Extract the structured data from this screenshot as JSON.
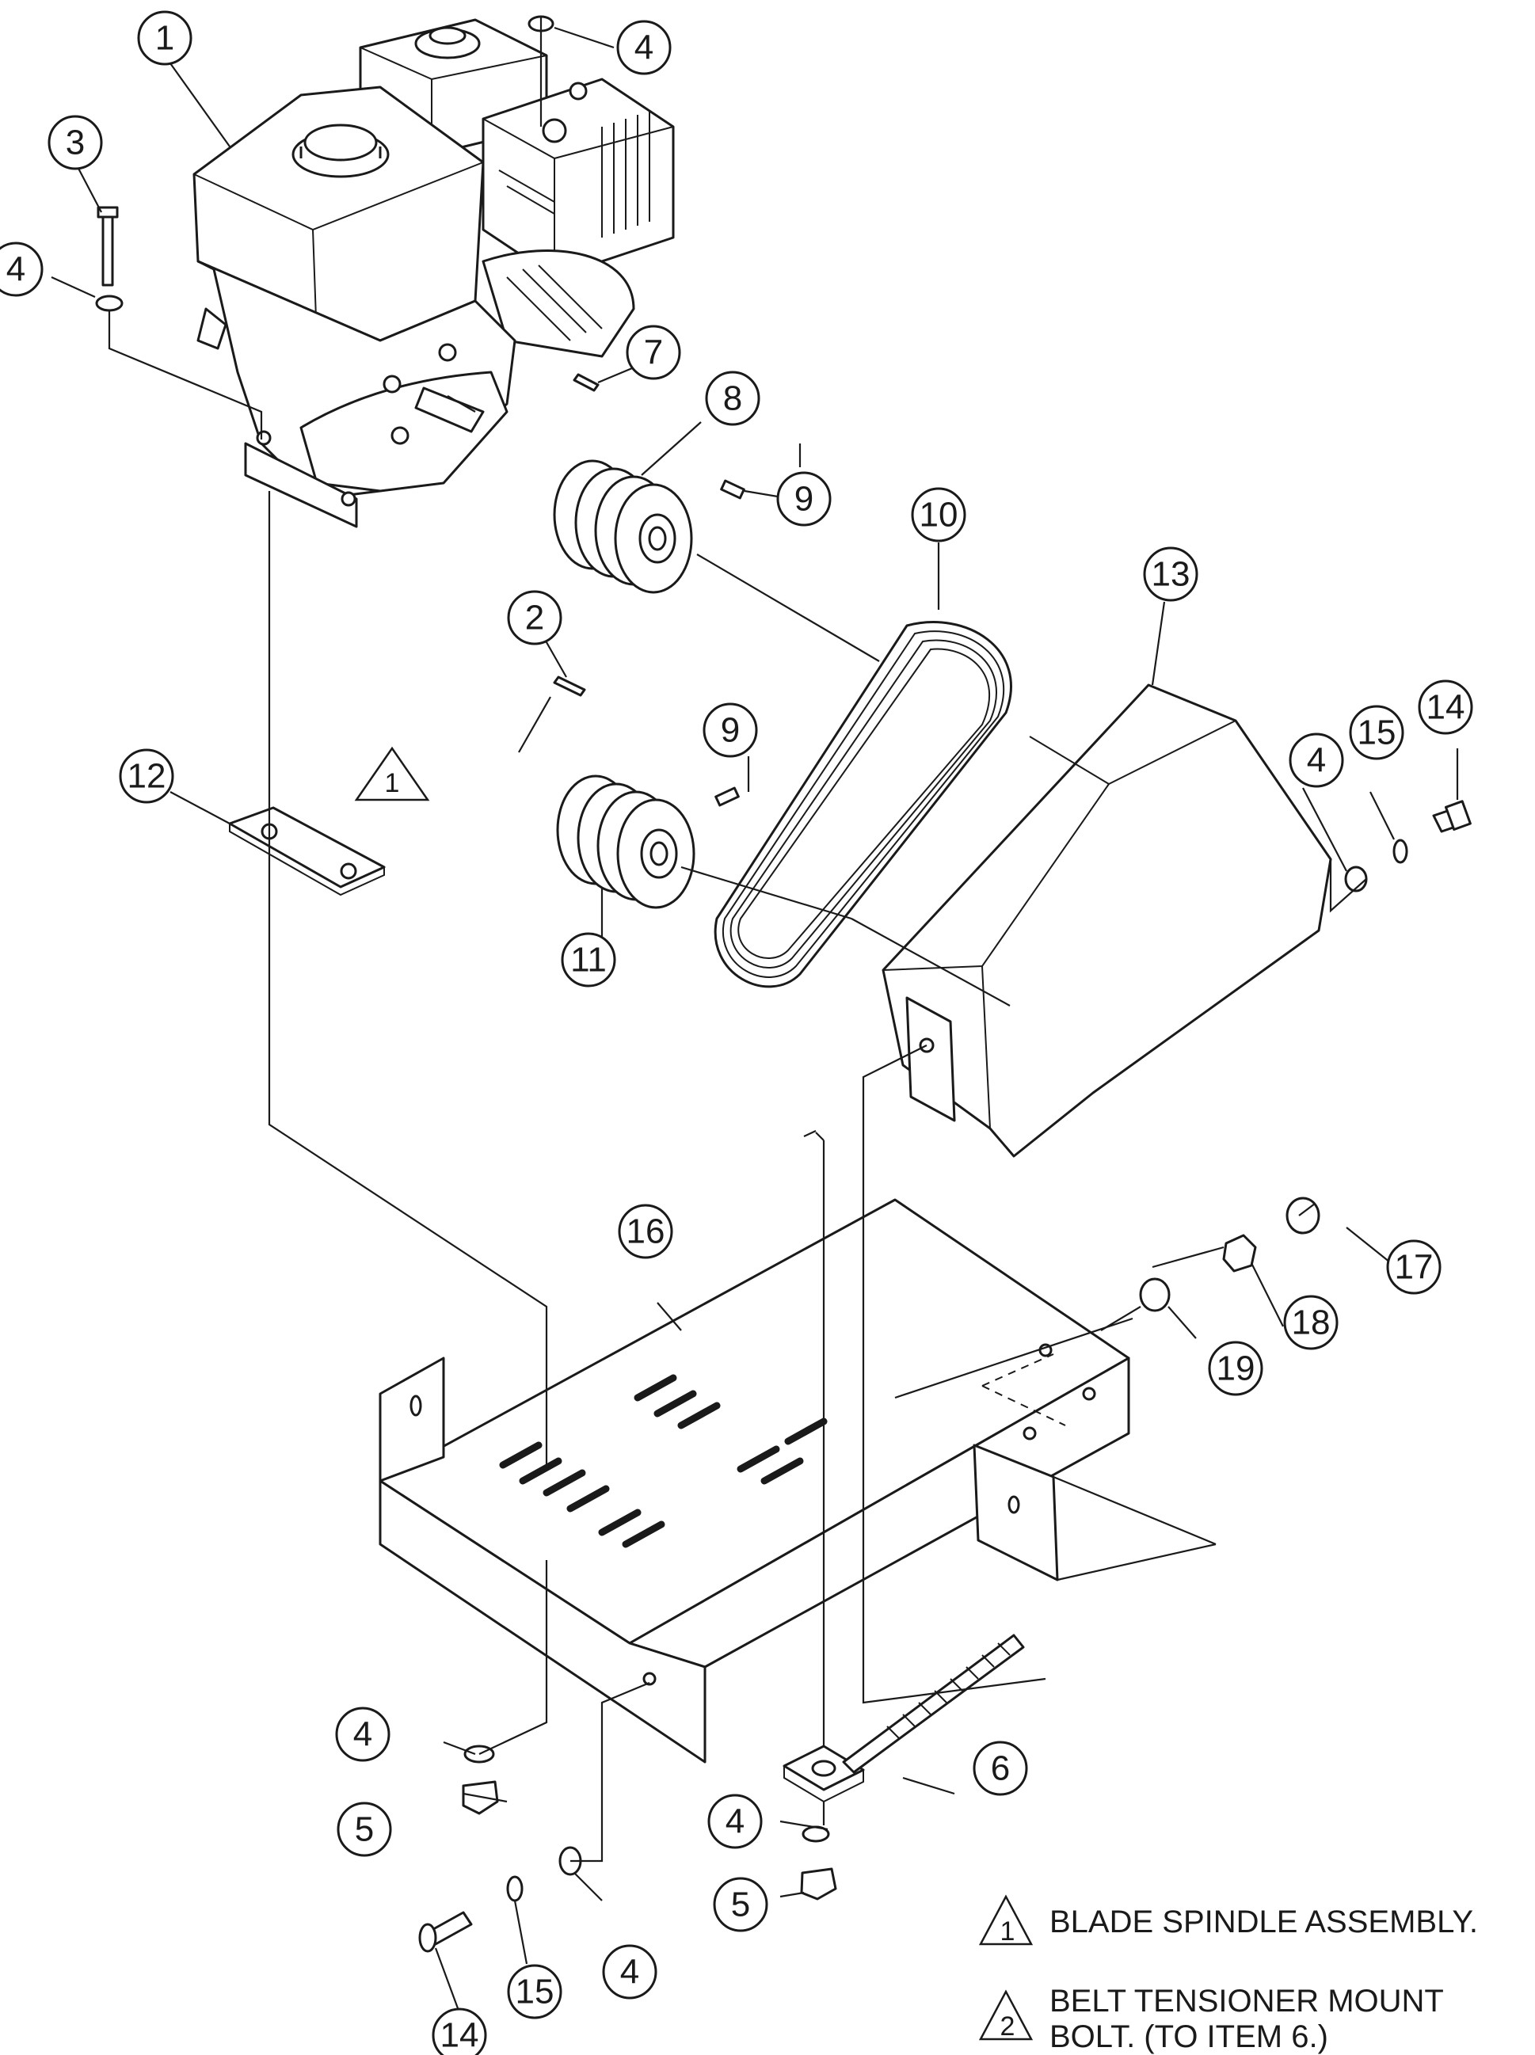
{
  "callouts": [
    {
      "id": "c1",
      "label": "1"
    },
    {
      "id": "c2",
      "label": "2"
    },
    {
      "id": "c3",
      "label": "3"
    },
    {
      "id": "c4a",
      "label": "4"
    },
    {
      "id": "c4b",
      "label": "4"
    },
    {
      "id": "c4c",
      "label": "4"
    },
    {
      "id": "c4d",
      "label": "4"
    },
    {
      "id": "c4e",
      "label": "4"
    },
    {
      "id": "c4f",
      "label": "4"
    },
    {
      "id": "c5a",
      "label": "5"
    },
    {
      "id": "c5b",
      "label": "5"
    },
    {
      "id": "c6",
      "label": "6"
    },
    {
      "id": "c7",
      "label": "7"
    },
    {
      "id": "c8",
      "label": "8"
    },
    {
      "id": "c9a",
      "label": "9"
    },
    {
      "id": "c9b",
      "label": "9"
    },
    {
      "id": "c10",
      "label": "10"
    },
    {
      "id": "c11",
      "label": "11"
    },
    {
      "id": "c12",
      "label": "12"
    },
    {
      "id": "c13",
      "label": "13"
    },
    {
      "id": "c14a",
      "label": "14"
    },
    {
      "id": "c14b",
      "label": "14"
    },
    {
      "id": "c15a",
      "label": "15"
    },
    {
      "id": "c15b",
      "label": "15"
    },
    {
      "id": "c16",
      "label": "16"
    },
    {
      "id": "c17",
      "label": "17"
    },
    {
      "id": "c18",
      "label": "18"
    },
    {
      "id": "c19",
      "label": "19"
    }
  ],
  "reference_triangle": "1",
  "notes": [
    {
      "number": "1",
      "lines": [
        "BLADE SPINDLE ASSEMBLY."
      ]
    },
    {
      "number": "2",
      "lines": [
        "BELT TENSIONER MOUNT",
        "BOLT.  (TO ITEM 6.)"
      ]
    }
  ]
}
